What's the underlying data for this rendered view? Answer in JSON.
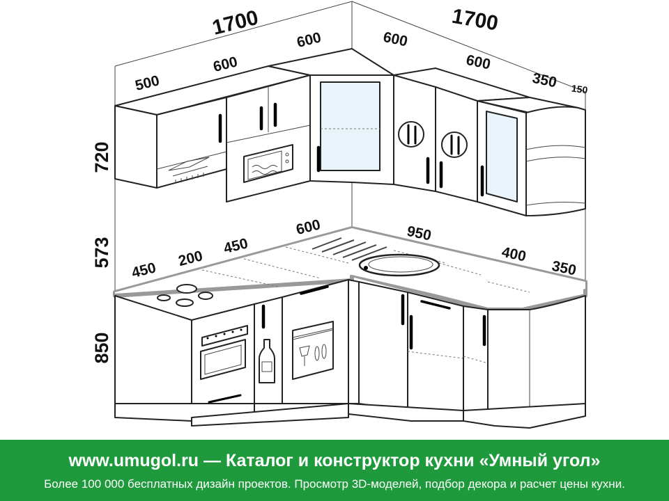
{
  "dimensions": {
    "left_total_width": "1700",
    "right_total_width": "1700",
    "upper_left_cab_1": "500",
    "upper_left_cab_2": "600",
    "upper_left_corner": "600",
    "upper_right_corner": "600",
    "upper_right_cab_1": "600",
    "upper_right_cab_2": "350",
    "upper_right_shelf": "150",
    "upper_height": "720",
    "backsplash_height": "573",
    "base_height": "850",
    "base_left_cab_1": "450",
    "base_left_cab_2": "200",
    "base_left_cab_3": "450",
    "base_left_corner": "600",
    "base_right_sink": "950",
    "base_right_cab": "400",
    "base_right_end": "350"
  },
  "banner": {
    "line1": "www.umugol.ru — Каталог и конструктор кухни «Умный угол»",
    "line2": "Более 100 000 бесплатных дизайн проектов. Просмотр 3D-моделей, подбор декора и расчет цены кухни."
  },
  "colors": {
    "banner_bg": "#1e9a3c",
    "countertop_edge": "#999999",
    "glass": "#e8f3fa"
  }
}
